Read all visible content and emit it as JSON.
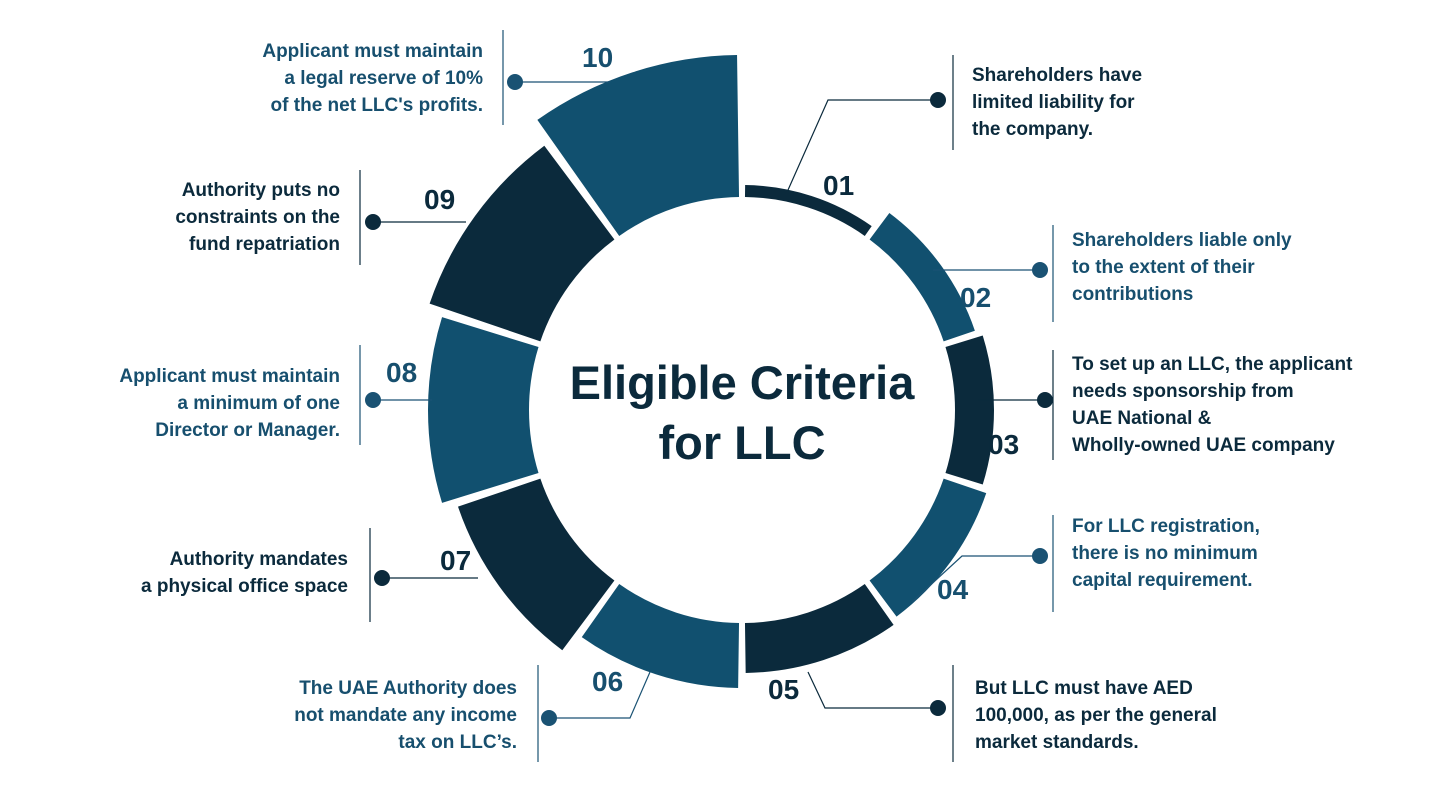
{
  "title": {
    "line1": "Eligible Criteria",
    "line2": "for LLC"
  },
  "colors": {
    "dark": "#0b2a3c",
    "blue": "#11506f"
  },
  "criteria": [
    {
      "num": "01",
      "lines": [
        "Shareholders have",
        "limited liability for",
        "the company."
      ]
    },
    {
      "num": "02",
      "lines": [
        "Shareholders liable only",
        "to the extent of their",
        "contributions"
      ]
    },
    {
      "num": "03",
      "lines": [
        "To set up an LLC, the applicant",
        "needs sponsorship from",
        "UAE National &",
        "Wholly-owned UAE company"
      ]
    },
    {
      "num": "04",
      "lines": [
        "For LLC registration,",
        "there is no minimum",
        "capital requirement."
      ]
    },
    {
      "num": "05",
      "lines": [
        "But LLC must have AED",
        "100,000, as per the general",
        "market standards."
      ]
    },
    {
      "num": "06",
      "lines": [
        "The UAE Authority does",
        "not mandate any income",
        "tax on LLC’s."
      ]
    },
    {
      "num": "07",
      "lines": [
        "Authority mandates",
        "a physical office space"
      ]
    },
    {
      "num": "08",
      "lines": [
        "Applicant must maintain",
        "a minimum of one",
        "Director or Manager."
      ]
    },
    {
      "num": "09",
      "lines": [
        "Authority puts no",
        "constraints on the",
        "fund repatriation"
      ]
    },
    {
      "num": "10",
      "lines": [
        "Applicant must maintain",
        "a legal reserve of 10%",
        "of the net LLC's profits."
      ]
    }
  ]
}
